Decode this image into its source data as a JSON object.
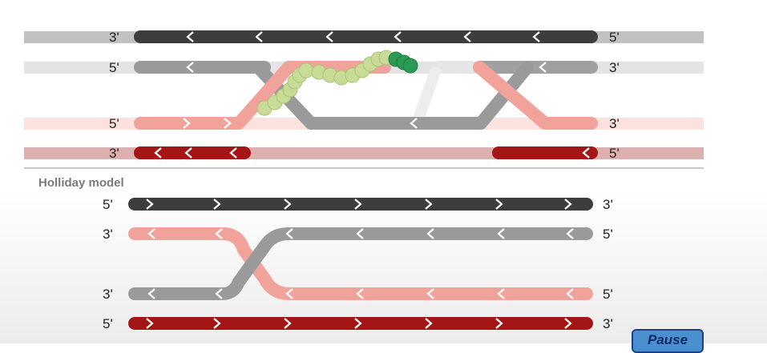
{
  "colors": {
    "dark": "#3d3d3d",
    "gray": "#9a9a9a",
    "pink": "#f1a39b",
    "red": "#a41616",
    "protein": "#c8dc98",
    "protein_dark": "#2a9a55"
  },
  "top_panel": {
    "strand1": {
      "left": "3'",
      "right": "5'"
    },
    "strand2": {
      "left": "5'",
      "right": "3'"
    },
    "strand3": {
      "left": "5'",
      "right": "3'"
    },
    "strand4": {
      "left": "3'",
      "right": "5'"
    }
  },
  "holliday": {
    "title": "Holliday model",
    "strand1": {
      "left": "5'",
      "right": "3'"
    },
    "strand2": {
      "left": "3'",
      "right": "5'"
    },
    "strand3": {
      "left": "3'",
      "right": "5'"
    },
    "strand4": {
      "left": "5'",
      "right": "3'"
    }
  },
  "controls": {
    "pause_label": "Pause"
  }
}
